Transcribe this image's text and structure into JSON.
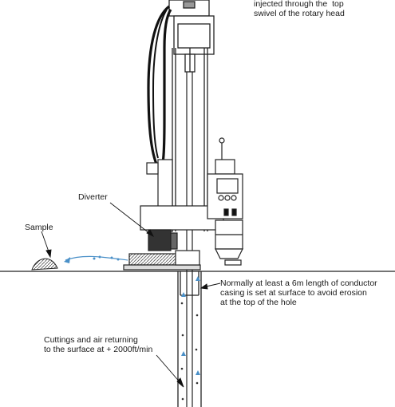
{
  "labels": {
    "top_note": "injected through the  top\nswivel of the rotary head",
    "diverter": "Diverter",
    "sample": "Sample",
    "conductor_note": "Normally at least a 6m length of conductor\ncasing is set at surface to avoid erosion\nat the top of the hole",
    "cuttings_note": "Cuttings and air returning\nto the surface at + 2000ft/min"
  }
}
